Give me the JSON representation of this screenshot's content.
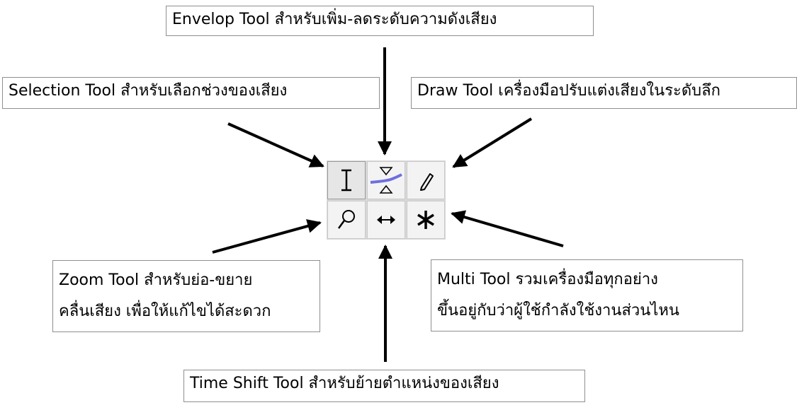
{
  "labels": {
    "envelope": "Envelop Tool สำหรับเพิ่ม-ลดระดับความดังเสียง",
    "selection": "Selection Tool สำหรับเลือกช่วงของเสียง",
    "draw": "Draw Tool เครื่องมือปรับแต่งเสียงในระดับลึก",
    "zoom_line1": "Zoom Tool สำหรับย่อ-ขยาย",
    "zoom_line2": "คลื่นเสียง เพื่อให้แก้ไขได้สะดวก",
    "multi_line1": "Multi Tool รวมเครื่องมือทุกอย่าง",
    "multi_line2": "ขึ้นอยู่กับว่าผู้ใช้กำลังใช้งานส่วนไหน",
    "timeshift": "Time Shift Tool สำหรับย้ายตำแหน่งของเสียง"
  },
  "toolbar": {
    "tools": [
      {
        "name": "selection-tool",
        "icon": "i-beam-icon",
        "active": true
      },
      {
        "name": "envelope-tool",
        "icon": "envelope-icon",
        "active": false
      },
      {
        "name": "draw-tool",
        "icon": "pencil-icon",
        "active": false
      },
      {
        "name": "zoom-tool",
        "icon": "magnifier-icon",
        "active": false
      },
      {
        "name": "time-shift-tool",
        "icon": "double-arrow-icon",
        "active": false
      },
      {
        "name": "multi-tool",
        "icon": "asterisk-icon",
        "active": false
      }
    ]
  },
  "colors": {
    "envelope_curve": "#6f6fe0",
    "arrow": "#000000",
    "label_border": "#8f8f8f"
  }
}
